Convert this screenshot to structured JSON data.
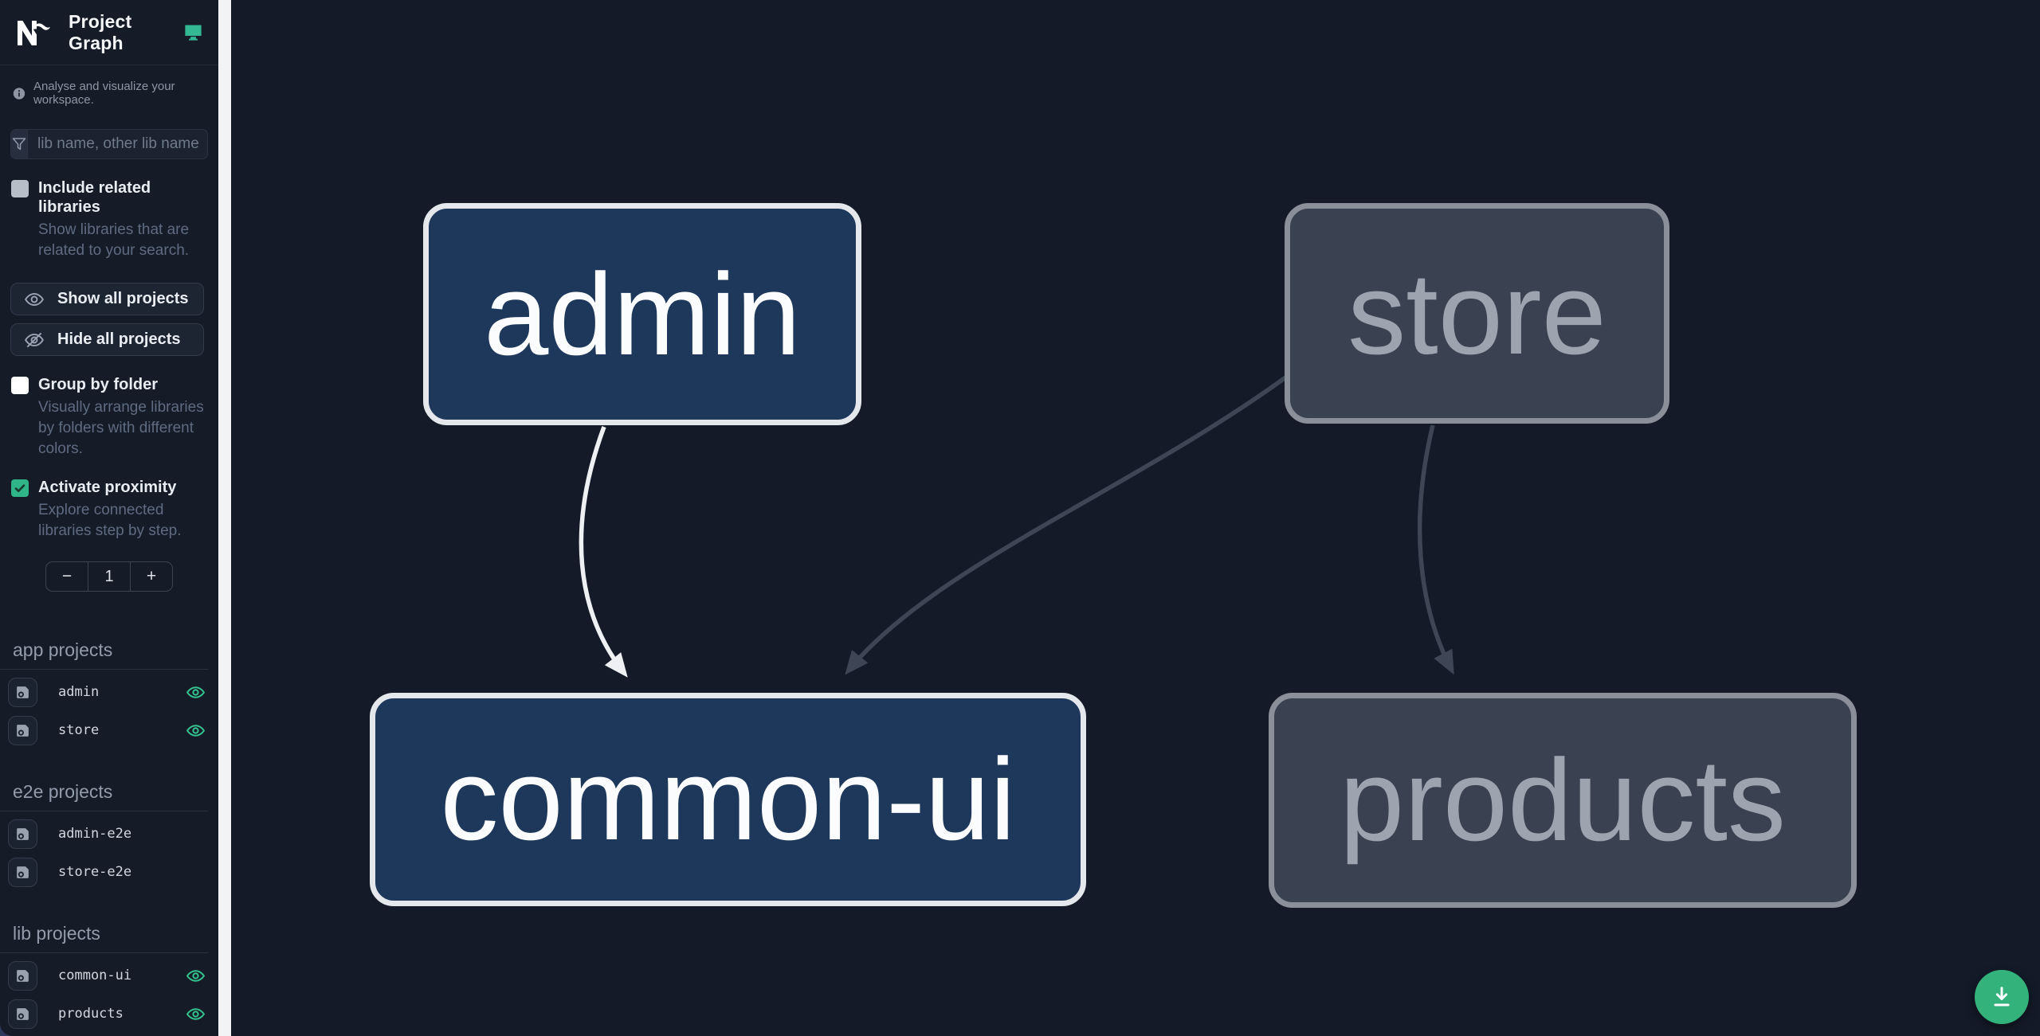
{
  "app": {
    "title": "Project Graph"
  },
  "sidebar": {
    "subtitle": "Analyse and visualize your workspace.",
    "search": {
      "placeholder": "lib name, other lib name"
    },
    "checkboxes": [
      {
        "label": "Include related libraries",
        "description": "Show libraries that are related to your search.",
        "checked": false
      },
      {
        "label": "Group by folder",
        "description": "Visually arrange libraries by folders with different colors.",
        "checked": false
      },
      {
        "label": "Activate proximity",
        "description": "Explore connected libraries step by step.",
        "checked": true
      }
    ],
    "buttons": [
      {
        "label": "Show all projects"
      },
      {
        "label": "Hide all projects"
      }
    ],
    "stepper": {
      "decrement": "−",
      "value": "1",
      "increment": "+"
    },
    "sections": [
      {
        "title": "app projects",
        "items": [
          {
            "name": "admin",
            "visible": true
          },
          {
            "name": "store",
            "visible": true
          }
        ]
      },
      {
        "title": "e2e projects",
        "items": [
          {
            "name": "admin-e2e",
            "visible": false
          },
          {
            "name": "store-e2e",
            "visible": false
          }
        ]
      },
      {
        "title": "lib projects",
        "items": [
          {
            "name": "common-ui",
            "visible": true
          },
          {
            "name": "products",
            "visible": true
          }
        ]
      }
    ]
  },
  "graph": {
    "nodes": [
      {
        "label": "admin",
        "state": "focused"
      },
      {
        "label": "store",
        "state": "dimmed"
      },
      {
        "label": "common-ui",
        "state": "focused"
      },
      {
        "label": "products",
        "state": "dimmed"
      }
    ],
    "edges": [
      {
        "from": "admin",
        "to": "common-ui",
        "state": "focused"
      },
      {
        "from": "store",
        "to": "common-ui",
        "state": "dimmed"
      },
      {
        "from": "store",
        "to": "products",
        "state": "dimmed"
      }
    ]
  },
  "fab": {
    "icon": "download"
  },
  "colors": {
    "sidebar_bg": "#161b28",
    "canvas_bg": "#141a28",
    "accent_green": "#34b27b",
    "eye_green": "#33c48d",
    "node_focused_bg": "#1e385c",
    "node_focused_border": "#e4e7eb",
    "node_dimmed_bg": "#3a4150",
    "node_dimmed_border": "#8a8f9a",
    "edge_focused": "#eef0f3",
    "edge_dimmed": "#3e4554"
  }
}
